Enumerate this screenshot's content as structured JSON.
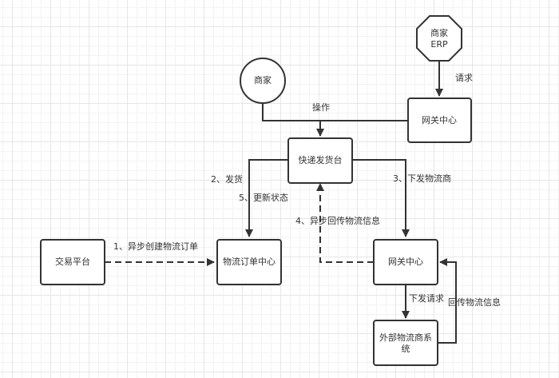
{
  "nodes": {
    "merchant_erp": {
      "line1": "商家",
      "line2": "ERP",
      "shape": "octagon"
    },
    "merchant": {
      "label": "商家",
      "shape": "circle"
    },
    "gateway_top": {
      "label": "网关中心",
      "shape": "rounded-rect"
    },
    "express_desk": {
      "label": "快递发货台",
      "shape": "rounded-rect"
    },
    "trade_platform": {
      "label": "交易平台",
      "shape": "rounded-rect"
    },
    "logistics_order_center": {
      "label": "物流订单中心",
      "shape": "rounded-rect"
    },
    "gateway_bottom": {
      "label": "网关中心",
      "shape": "rounded-rect"
    },
    "external_logistics": {
      "line1": "外部物流商系",
      "line2": "统",
      "shape": "rounded-rect"
    }
  },
  "edges": {
    "request": {
      "label": "请求",
      "from": "商家 ERP",
      "to": "网关中心",
      "style": "solid"
    },
    "operate": {
      "label": "操作",
      "from": "商家 / 网关中心",
      "to": "快递发货台",
      "style": "solid"
    },
    "ship": {
      "label": "2、发货",
      "from": "快递发货台",
      "to": "物流订单中心",
      "style": "solid"
    },
    "update_status": {
      "label": "5、更新状态"
    },
    "dispatch_carrier": {
      "label": "3、下发物流商",
      "from": "快递发货台",
      "to": "网关中心",
      "style": "solid"
    },
    "async_return": {
      "label": "4、异步回传物流信息",
      "from": "网关中心",
      "to": "快递发货台",
      "style": "dashed"
    },
    "async_create": {
      "label": "1、异步创建物流订单",
      "from": "交易平台",
      "to": "物流订单中心",
      "style": "dashed"
    },
    "send_request": {
      "label": "下发请求",
      "from": "网关中心",
      "to": "外部物流商系统",
      "style": "solid"
    },
    "return_info": {
      "label": "回传物流信息",
      "from": "外部物流商系统",
      "to": "网关中心",
      "style": "solid"
    }
  }
}
